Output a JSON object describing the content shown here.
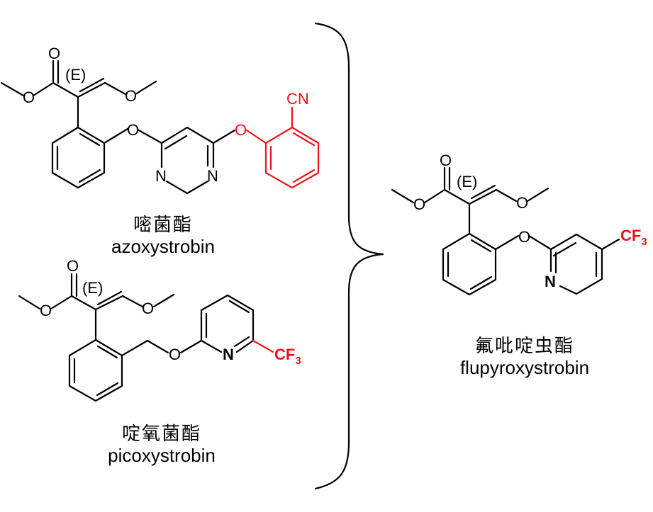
{
  "colors": {
    "highlight": "#e8161c",
    "ink": "#000000",
    "background": "#ffffff"
  },
  "molecules": {
    "azoxystrobin": {
      "name_cn": "嘧菌酯",
      "name_en": "azoxystrobin",
      "stereo_label": "(E)",
      "atom_labels": {
        "o_carbonyl": "O",
        "o_ester": "O",
        "o_ether": "O",
        "o_link1": "O",
        "o_link2": "O",
        "n1": "N",
        "n2": "N",
        "cn": "CN"
      }
    },
    "picoxystrobin": {
      "name_cn": "啶氧菌酯",
      "name_en": "picoxystrobin",
      "stereo_label": "(E)",
      "atom_labels": {
        "o_carbonyl": "O",
        "o_ester": "O",
        "o_ether": "O",
        "o_link": "O",
        "n_pyridine": "N",
        "cf3_main": "CF",
        "cf3_sub": "3"
      }
    },
    "flupyroxystrobin": {
      "name_cn": "氟吡啶虫酯",
      "name_en": "flupyroxystrobin",
      "stereo_label": "(E)",
      "atom_labels": {
        "o_carbonyl": "O",
        "o_ester": "O",
        "o_ether": "O",
        "o_link": "O",
        "n_pyridine": "N",
        "cf3_main": "CF",
        "cf3_sub": "3"
      }
    }
  }
}
